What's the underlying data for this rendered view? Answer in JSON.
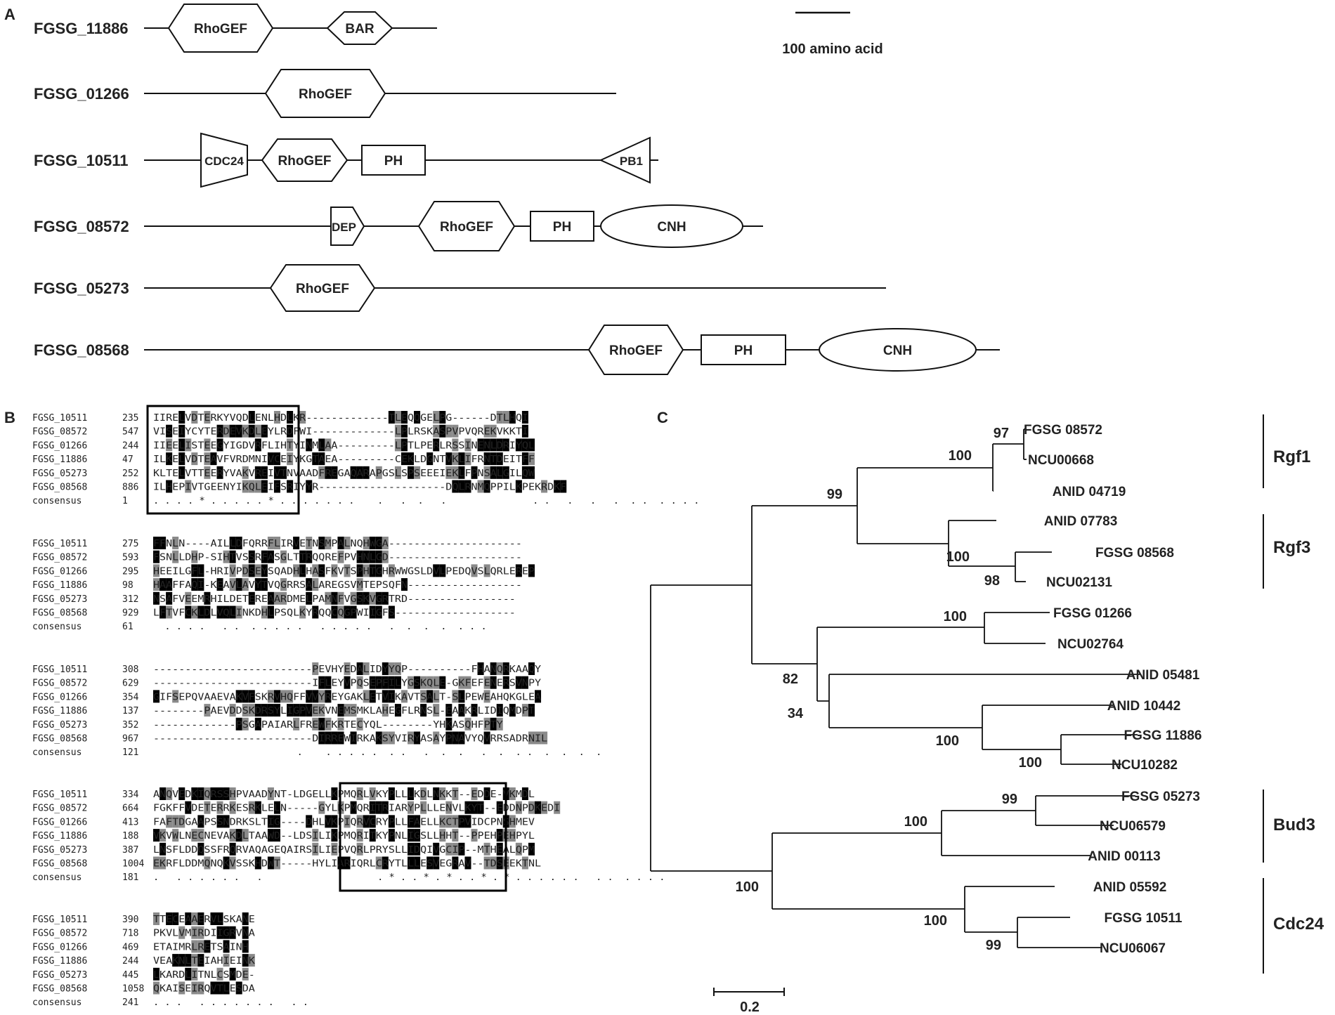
{
  "panels": {
    "a": "A",
    "b": "B",
    "c": "C"
  },
  "domain_scale": {
    "label": "100 amino acid"
  },
  "domains": {
    "rows": [
      {
        "gene": "FGSG_11886",
        "features": [
          {
            "type": "hexagon",
            "label": "RhoGEF"
          },
          {
            "type": "diamond",
            "label": "BAR"
          }
        ]
      },
      {
        "gene": "FGSG_01266",
        "features": [
          {
            "type": "hexagon",
            "label": "RhoGEF"
          }
        ]
      },
      {
        "gene": "FGSG_10511",
        "features": [
          {
            "type": "trapezoid",
            "label": "CDC24"
          },
          {
            "type": "hexagon",
            "label": "RhoGEF"
          },
          {
            "type": "rect",
            "label": "PH"
          },
          {
            "type": "triangle",
            "label": "PB1"
          }
        ]
      },
      {
        "gene": "FGSG_08572",
        "features": [
          {
            "type": "arrow",
            "label": "DEP"
          },
          {
            "type": "hexagon",
            "label": "RhoGEF"
          },
          {
            "type": "rect",
            "label": "PH"
          },
          {
            "type": "ellipse",
            "label": "CNH"
          }
        ]
      },
      {
        "gene": "FGSG_05273",
        "features": [
          {
            "type": "hexagon",
            "label": "RhoGEF"
          }
        ]
      },
      {
        "gene": "FGSG_08568",
        "features": [
          {
            "type": "hexagon",
            "label": "RhoGEF"
          },
          {
            "type": "rect",
            "label": "PH"
          },
          {
            "type": "ellipse",
            "label": "CNH"
          }
        ]
      }
    ]
  },
  "alignment": {
    "blocks": [
      {
        "rows": [
          {
            "name": "FGSG_10511",
            "pos": "235",
            "seq": "IIRELVDTERKYVQDLENLHDLKR-------------TLEQQGELPG------DTLHQI"
          },
          {
            "name": "FGSG_08572",
            "pos": "547",
            "seq": "VISEIYCYTERDEVKDLEYLRDFWI-------------LPLRSKASPVPVQREKVKKTI"
          },
          {
            "name": "FGSG_01266",
            "pos": "244",
            "seq": "IIEELISTEEGYIGDVRFLIHTYINMLAA---------LPTLPERLRSSINENLDRIYQL"
          },
          {
            "name": "FGSG_11886",
            "pos": "47",
            "seq": "ILKELVDTEAVFVRDMNIVCEIYKGTAEA---------CEKLDGNTVKLIFRNTDEITFF"
          },
          {
            "name": "FGSG_05273",
            "pos": "252",
            "seq": "KLTELVTTEERYVAKVREIVTNVAADFREGAQARAPGSLSPSEEEIEKLFPNSALGILQW"
          },
          {
            "name": "FGSG_08568",
            "pos": "886",
            "seq": "ILHEPIVTGEENYIKQLEIFSRIYYR--------------------DQLRNMQPPILKPEKRDKF"
          },
          {
            "name": "consensus",
            "pos": "1",
            "seq": ". . . . * . . . . . * . . . . . . .    .   .  .   .               . .   .   .   .  . .  . . . ."
          }
        ]
      },
      {
        "rows": [
          {
            "name": "FGSG_10511",
            "pos": "275",
            "seq": "FFNLN----AILLDFQRRFLIRVETNSMPALNQHWGA---------------------"
          },
          {
            "name": "FGSG_08572",
            "pos": "593",
            "seq": "FSNLLDHP-SIHTVSSRFASGLTTRQQREFPVHNLGD---------------------"
          },
          {
            "name": "FGSG_01266",
            "pos": "295",
            "seq": "HEEILGFL-HRIVPDSEYSQADHLHASFKVTSPHTGHRWWGSLDVLPEDQVSLQRLEREP"
          },
          {
            "name": "FGSG_11886",
            "pos": "98",
            "seq": "HAAFFAQI-KEAVLAVYTVQGRRSALAREGSVMTEPSQFN------------------"
          },
          {
            "name": "FGSG_05273",
            "pos": "312",
            "seq": "NSAFVEEMRHILDETEREAARDMELPAMNFVGSKVGRTRD-----------------"
          },
          {
            "name": "FGSG_08568",
            "pos": "929",
            "seq": "LFTVFCKLDLVQLINKDHLPSQLKYRQQCQGPWIIGFS-------------------"
          },
          {
            "name": "consensus",
            "pos": "61",
            "seq": "  . . . .   . .  . . . . .   . . . . .   .  .  .  .  . . ."
          }
        ]
      },
      {
        "rows": [
          {
            "name": "FGSG_10511",
            "pos": "308",
            "seq": "-------------------------PEVHYEDALIDYYQP----------FHANQRKAAQY"
          },
          {
            "name": "FGSG_08572",
            "pos": "629",
            "seq": "-------------------------IFLEYVPQSEPFILYGSKQLE-GKFEFENERSVNPY"
          },
          {
            "name": "FGSG_01266",
            "pos": "354",
            "seq": "GIFSEPQVAAEVAKVFSKRVHQFFVVYREYGAKLETVIKAVTSALT-SLPEWEAHQKGLEA"
          },
          {
            "name": "FGSG_11886",
            "pos": "137",
            "seq": "--------PAEVDDSKDRSYLIGPVEKVNEMSMKLAHEGFLRNSL-EAAKRLIDIQMDPT"
          },
          {
            "name": "FGSG_05273",
            "pos": "352",
            "seq": "-------------PSGAPAIARLFREWFKRTECYQL--------YHKASQHFPTY"
          },
          {
            "name": "FGSG_08568",
            "pos": "967",
            "seq": "-------------------------DIRREWIRKAKSYVIRYASAYPNAVYQVRRSADRNIL"
          },
          {
            "name": "consensus",
            "pos": "121",
            "seq": "                         .    . . . . .  . .   .  .  .   .  .  . .  .  .  .  ."
          }
        ]
      },
      {
        "rows": [
          {
            "name": "FGSG_10511",
            "pos": "334",
            "seq": "ANQVEDKIQRSSHPVAADYNT-LDGELLKPMQRLVKYPLLLKDLNKKT--EDDE-VKMDL"
          },
          {
            "name": "FGSG_08572",
            "pos": "664",
            "seq": "FGKFFVDETERRKESRKLELN-----GYLKPMQRITRIARYPLLLENVLKYT--EDDNPDKEDI"
          },
          {
            "name": "FGSG_01266",
            "pos": "413",
            "seq": "FAFTDGAAPSSNDRKSLTIG----DHLVKPIQRVCRYPLLFAELLKCTPVIDCPNSHMEV"
          },
          {
            "name": "FGSG_11886",
            "pos": "188",
            "seq": "VKVWLNECNEVAKDLTAAWD--LDSILIKPMQRITKYPNLIGSLLHHT--PPEHPEHPYL"
          },
          {
            "name": "FGSG_05273",
            "pos": "387",
            "seq": "LNSFLDDQSSFRQRVAQAGEQAIRSILIEPVQRLPRYSLLIDQIVGCIP--MTHEALQPM"
          },
          {
            "name": "FGSG_08568",
            "pos": "1004",
            "seq": "EKRFLDDMQNQKVSSKHDWT-----HYLIARIQRLCRYTLLLESVEGRAV--TDSEEKTNL"
          },
          {
            "name": "consensus",
            "pos": "181",
            "seq": ".   . . . . . .   .                    . * . . * . * . . * . * . . . . . .   . .  . . . ."
          }
        ]
      },
      {
        "rows": [
          {
            "name": "FGSG_10511",
            "pos": "390",
            "seq": "TTECEAAERVLSKANE"
          },
          {
            "name": "FGSG_08572",
            "pos": "718",
            "seq": "PKVLVMIRDIIGRVNA"
          },
          {
            "name": "FGSG_01266",
            "pos": "469",
            "seq": "ETAIMRLRETSAINH"
          },
          {
            "name": "FGSG_11886",
            "pos": "244",
            "seq": "VEAKNLTEIAHIEINK"
          },
          {
            "name": "FGSG_05273",
            "pos": "445",
            "seq": "LKARDLITNLCSMDE-"
          },
          {
            "name": "FGSG_08568",
            "pos": "1058",
            "seq": "QKAISEIRQVTLESDA"
          },
          {
            "name": "consensus",
            "pos": "241",
            "seq": ". . .   . . . . . . .   . ."
          }
        ]
      }
    ]
  },
  "tree": {
    "leaves": [
      "FGSG 08572",
      "NCU00668",
      "ANID 04719",
      "ANID 07783",
      "FGSG 08568",
      "NCU02131",
      "FGSG 01266",
      "NCU02764",
      "ANID 05481",
      "ANID 10442",
      "FGSG 11886",
      "NCU10282",
      "FGSG 05273",
      "NCU06579",
      "ANID 00113",
      "ANID 05592",
      "FGSG 10511",
      "NCU06067"
    ],
    "bootstrap": [
      "97",
      "100",
      "99",
      "100",
      "98",
      "100",
      "82",
      "34",
      "100",
      "100",
      "99",
      "100",
      "100",
      "100",
      "99"
    ],
    "clades": [
      "Rgf1",
      "Rgf3",
      "Bud3",
      "Cdc24"
    ],
    "scale_label": "0.2"
  }
}
